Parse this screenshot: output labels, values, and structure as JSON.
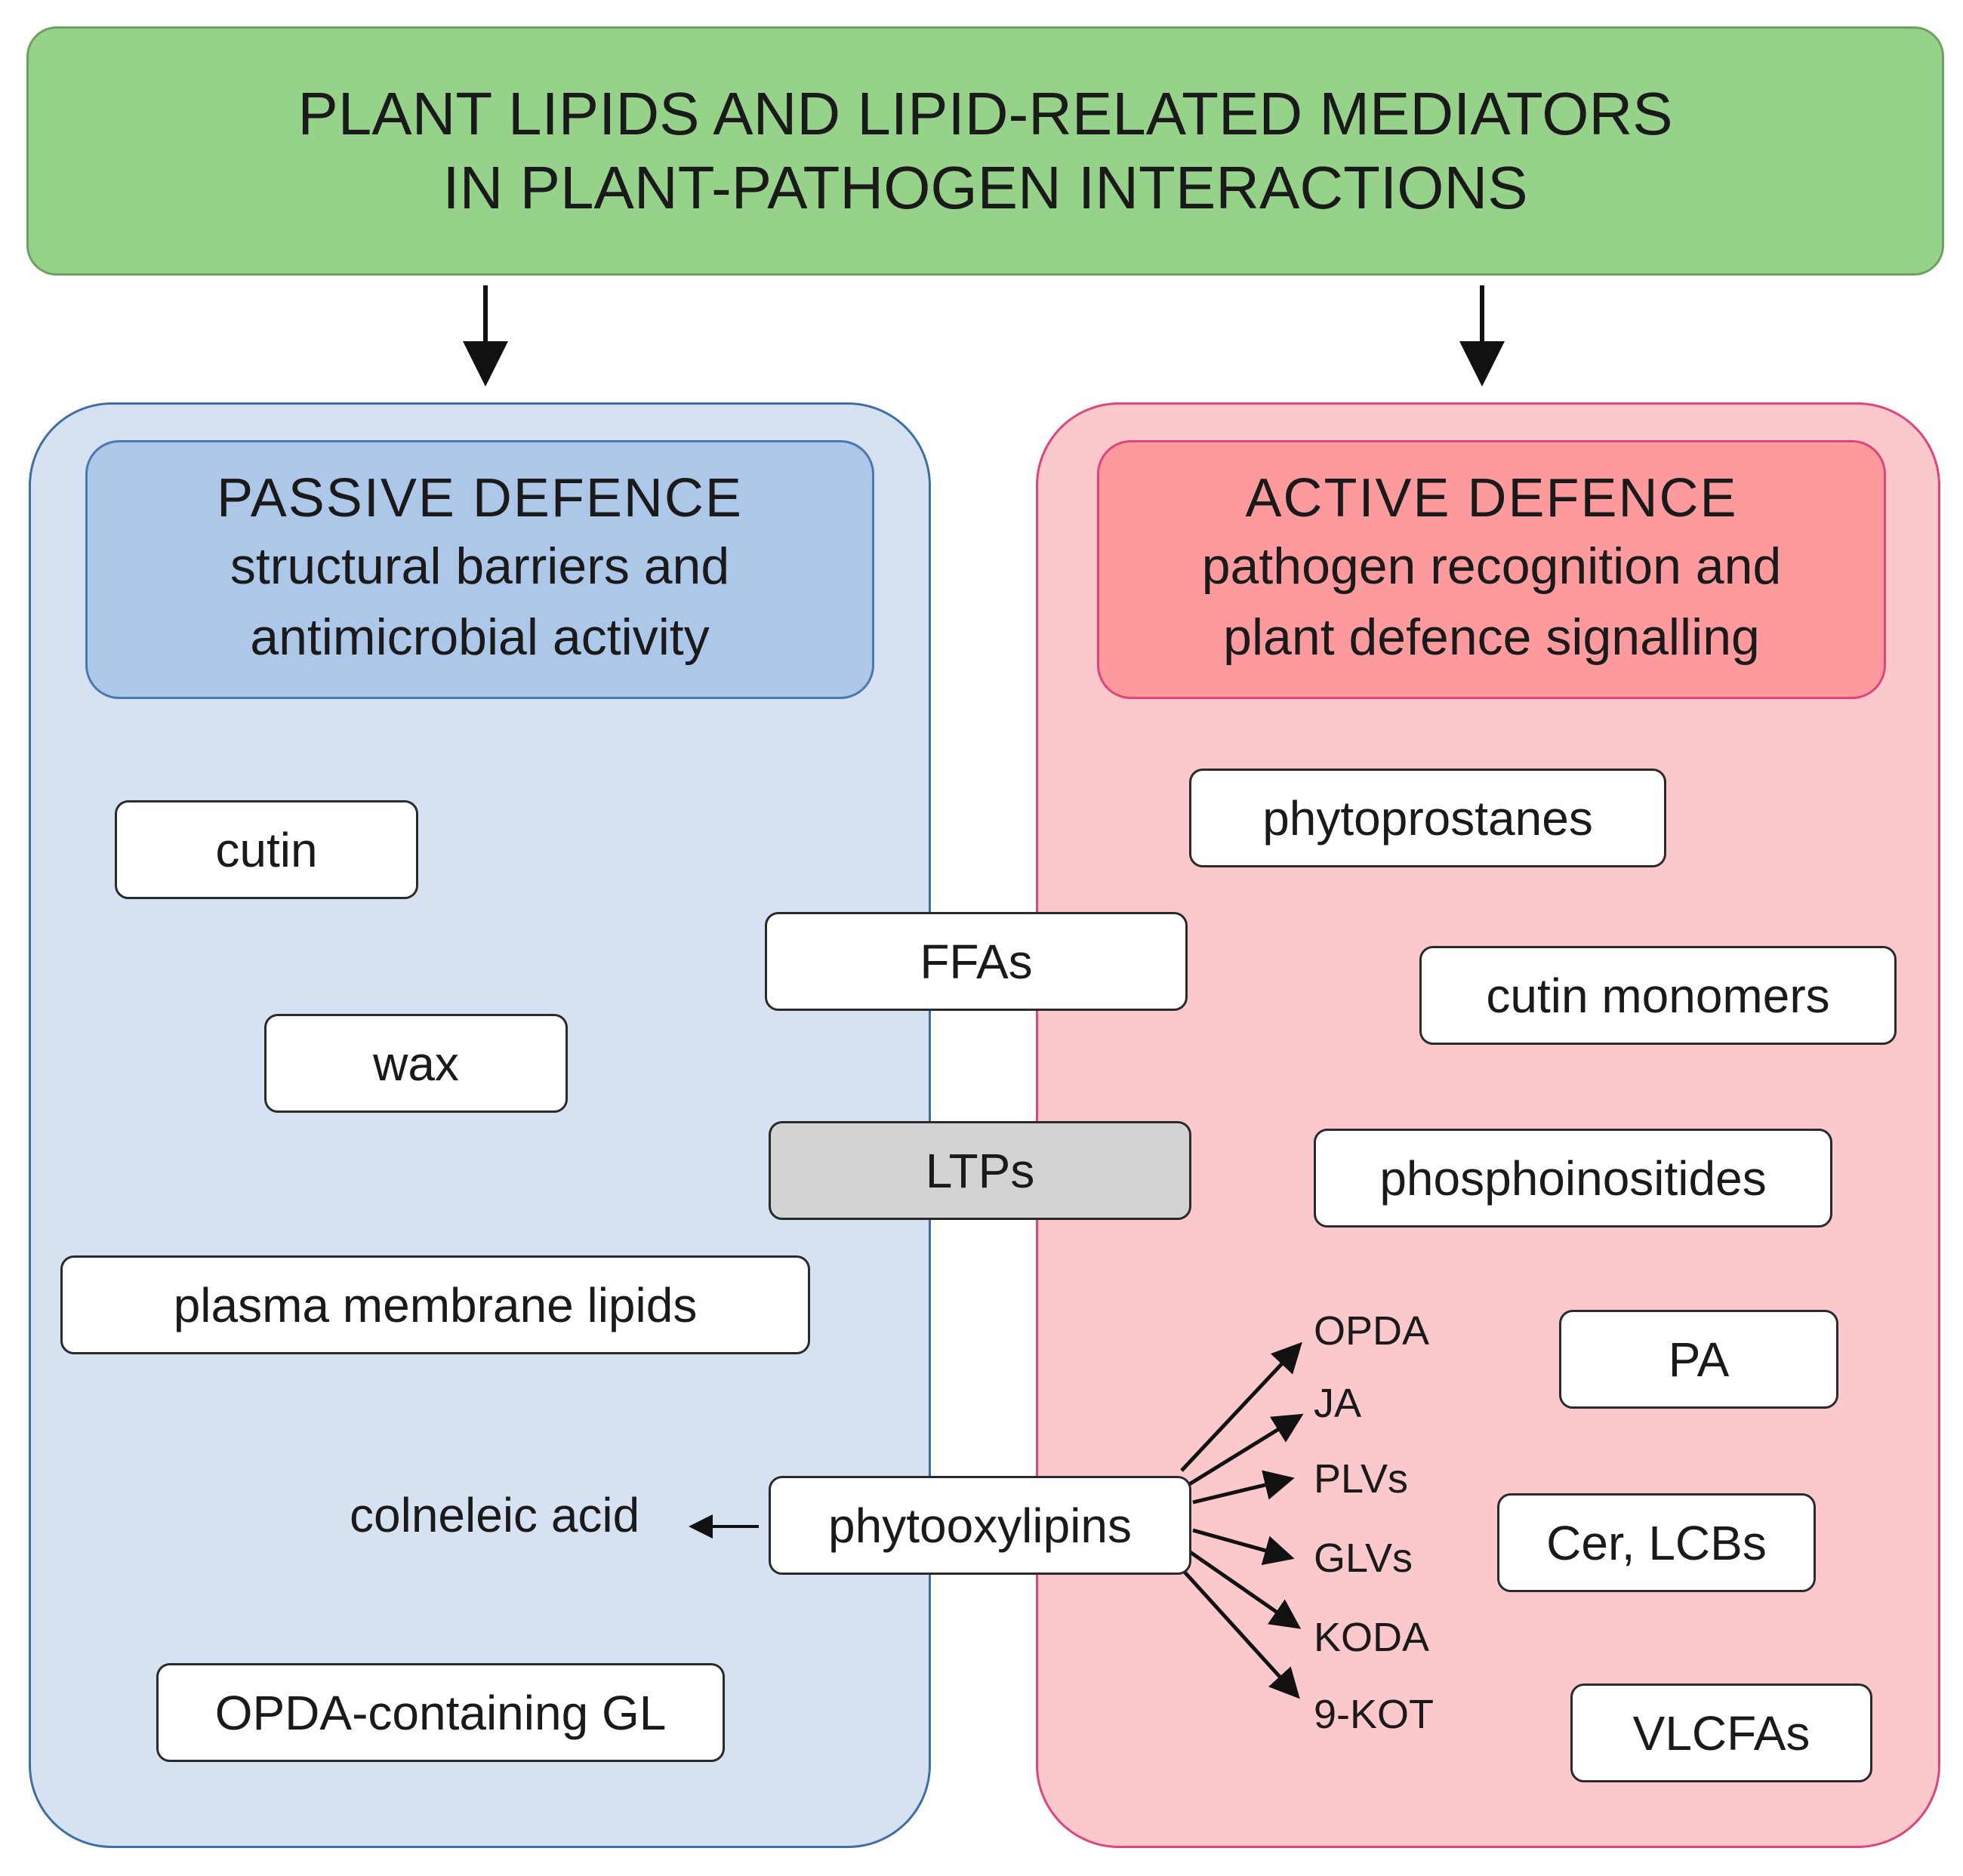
{
  "title": {
    "line1": "PLANT LIPIDS AND LIPID-RELATED MEDIATORS",
    "line2": "IN PLANT-PATHOGEN INTERACTIONS"
  },
  "passive": {
    "heading": "PASSIVE DEFENCE",
    "subtitle_line1": "structural barriers and",
    "subtitle_line2": "antimicrobial activity",
    "items": {
      "cutin": "cutin",
      "wax": "wax",
      "plasma_membrane_lipids": "plasma membrane lipids",
      "colneleic_acid": "colneleic acid",
      "opda_gl": "OPDA-containing GL"
    }
  },
  "active": {
    "heading": "ACTIVE DEFENCE",
    "subtitle_line1": "pathogen recognition and",
    "subtitle_line2": "plant defence signalling",
    "items": {
      "phytoprostanes": "phytoprostanes",
      "cutin_monomers": "cutin monomers",
      "phosphoinositides": "phosphoinositides",
      "pa": "PA",
      "cer_lcbs": "Cer, LCBs",
      "vlcfas": "VLCFAs"
    }
  },
  "shared": {
    "ffas": "FFAs",
    "ltps": "LTPs",
    "phytooxylipins": "phytooxylipins"
  },
  "oxylipin_products": [
    "OPDA",
    "JA",
    "PLVs",
    "GLVs",
    "KODA",
    "9-KOT"
  ],
  "colors": {
    "title_fill": "#97d28a",
    "passive_panel": "#d6e2f2",
    "passive_header": "#adc7e8",
    "active_panel": "#fbc8cc",
    "active_header": "#fc9a9e",
    "ltps_fill": "#d3d3d3"
  }
}
